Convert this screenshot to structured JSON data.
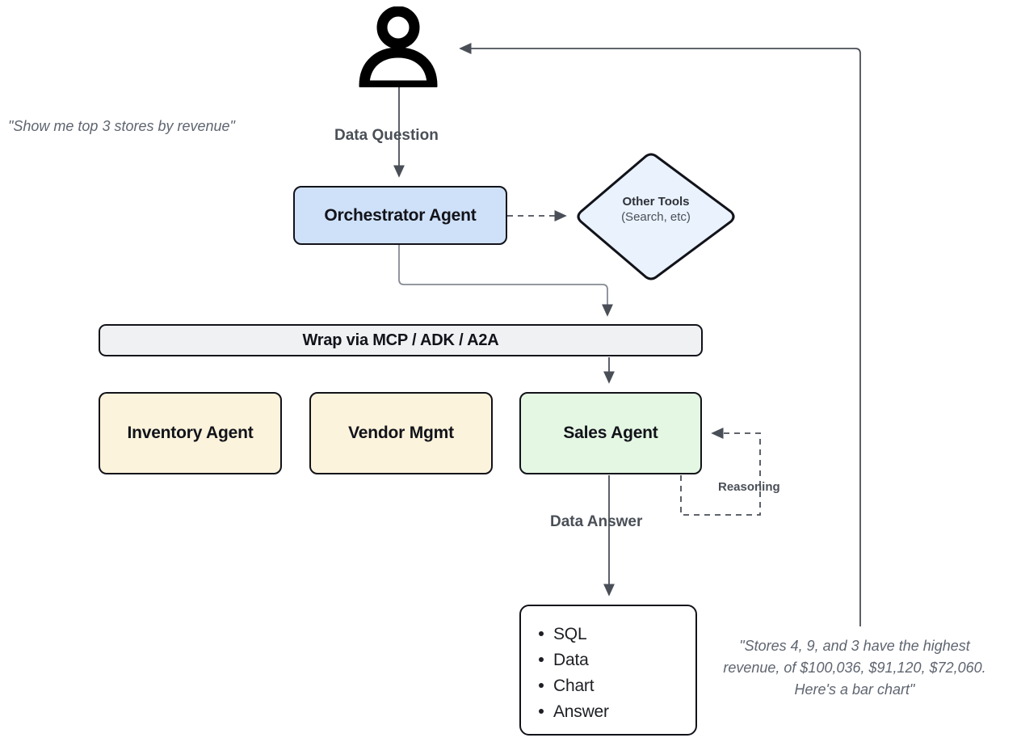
{
  "diagram": {
    "title": "Multi-agent data question orchestration flow",
    "colors": {
      "orchestrator_fill": "#cfe1f8",
      "tools_fill": "#eaf2fd",
      "mcp_fill": "#eff1f3",
      "domain_agent_fill": "#fcf3dc",
      "sales_agent_fill": "#e4f7e3",
      "output_fill": "#ffffff",
      "stroke": "#12131a",
      "wire": "#4a4f57",
      "quote_text": "#5f6570"
    }
  },
  "actor": {
    "icon": "user-person-icon",
    "quote": "\"Show me top 3 stores by revenue\""
  },
  "nodes": {
    "orchestrator": "Orchestrator Agent",
    "other_tools_title": "Other Tools",
    "other_tools_sub": "(Search, etc)",
    "mcp_bar": "Wrap via MCP / ADK / A2A",
    "inventory_agent": "Inventory Agent",
    "vendor_mgmt": "Vendor Mgmt",
    "sales_agent": "Sales Agent"
  },
  "output_box": {
    "items": [
      "SQL",
      "Data",
      "Chart",
      "Answer"
    ]
  },
  "edges": {
    "data_question": "Data Question",
    "data_answer": "Data Answer",
    "reasoning": "Reasoning"
  },
  "answer": {
    "quote_line_1": "\"Stores 4, 9, and 3 have the highest",
    "quote_line_2": "revenue, of $100,036, $91,120, $72,060.",
    "quote_line_3": "Here's a bar chart\""
  }
}
